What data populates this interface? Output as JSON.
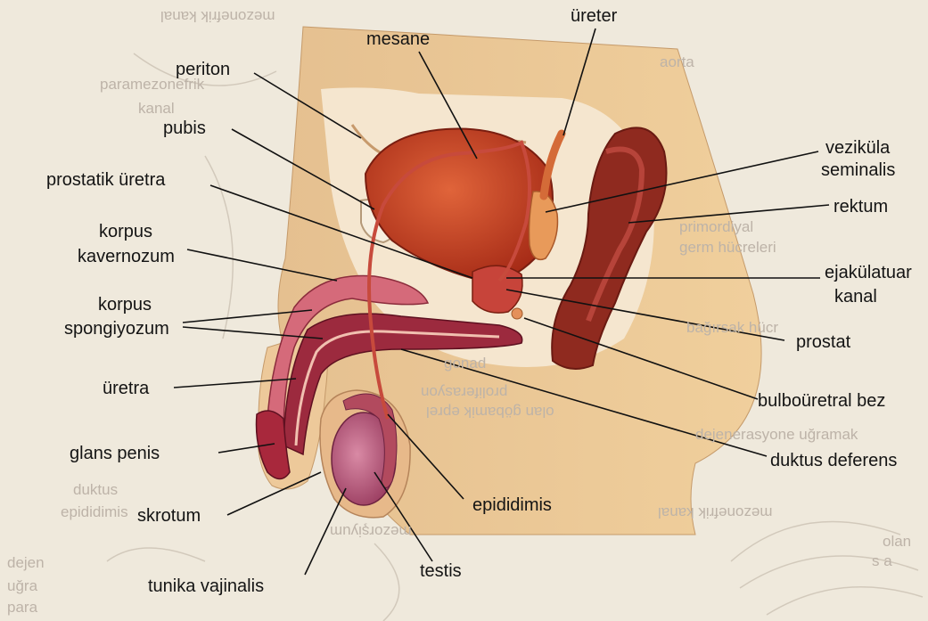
{
  "labels": {
    "mesane": "mesane",
    "ureter": "üreter",
    "periton": "periton",
    "vezikula": "veziküla",
    "seminalis": "seminalis",
    "pubis": "pubis",
    "prostatik_uretra": "prostatik üretra",
    "rektum": "rektum",
    "korpus1": "korpus",
    "kavernozum": "kavernozum",
    "ejakulatuar": "ejakülatuar",
    "kanal": "kanal",
    "korpus2": "korpus",
    "spongiyozum": "spongiyozum",
    "prostat": "prostat",
    "uretra": "üretra",
    "bulbouretral": "bulboüretral bez",
    "glans_penis": "glans penis",
    "duktus_deferens": "duktus deferens",
    "epididimis": "epididimis",
    "skrotum": "skrotum",
    "testis": "testis",
    "tunika": "tunika vajinalis"
  },
  "background_text": {
    "mezonefrik_top": "mezonefrik kanal",
    "paramezonefrik": "paramezonefrik",
    "kanal_bg": "kanal",
    "aorta": "aorta",
    "primordiyal": "primordiyal",
    "germ": "germ hücreleri",
    "bagirsak": "bağırsak hücr",
    "gonad": "gonad",
    "proliferasyon": "proliferasyon",
    "gobek": "olan göbamik eprel",
    "dejenerasyone": "dejenerasyone uğramak",
    "duktus_bg": "duktus",
    "epididimis_bg": "epididimis",
    "mezonefrik_bottom": "mezonefrik kanal",
    "mezorsiyum": "mezorşiyum",
    "dejen": "dejen",
    "ugra": "uğra",
    "para": "para",
    "olan": "olan",
    "sa": "s a"
  }
}
